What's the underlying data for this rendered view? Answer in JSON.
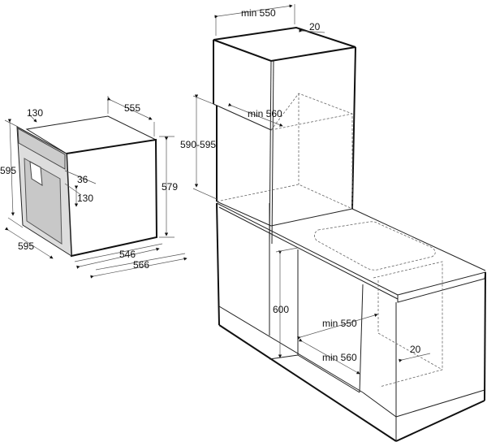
{
  "oven": {
    "dims": {
      "top_depth": "555",
      "panel_height": "130",
      "front_height": "595",
      "front_width": "595",
      "panel_offset": "36",
      "door_gap": "130",
      "body_height": "579",
      "body_depth": "546",
      "total_depth": "566"
    }
  },
  "tall_cabinet": {
    "dims": {
      "width": "min 550",
      "back_gap": "20",
      "depth": "min 560",
      "niche_height": "590-595"
    }
  },
  "under_counter": {
    "dims": {
      "height": "600",
      "width": "min 550",
      "depth": "min 560",
      "back_gap": "20"
    }
  }
}
